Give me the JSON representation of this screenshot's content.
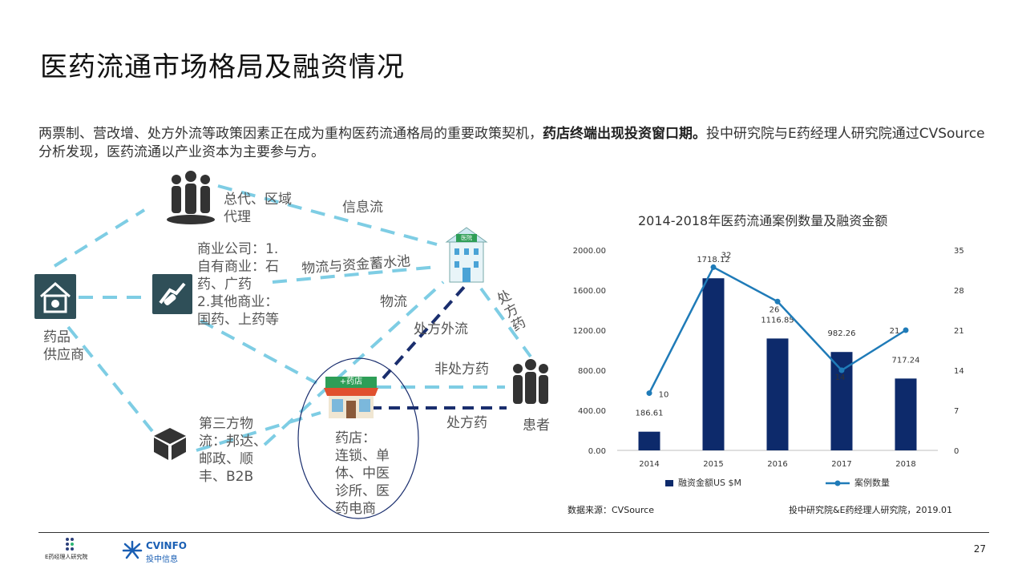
{
  "slide": {
    "title": "医药流通市场格局及融资情况",
    "intro_pre": "两票制、营改增、处方外流等政策因素正在成为重构医药流通格局的重要政策契机，",
    "intro_bold": "药店终端出现投资窗口期。",
    "intro_post": "投中研究院与E药经理人研究院通过CVSource分析发现，医药流通以产业资本为主要参与方。",
    "page_number": "27"
  },
  "diagram": {
    "supplier_label": "药品\n供应商",
    "agent_label": "总代、区域\n代理",
    "commercial_label": "商业公司：1.\n自有商业：石\n药、广药\n2.其他商业：\n国药、上药等",
    "logistics_label": "第三方物\n流：邦达、\n邮政、顺\n丰、B2B",
    "pharmacy_label": "药店：\n连锁、单\n体、中医\n诊所、医\n药电商",
    "patient_label": "患者",
    "hospital_sign": "医院",
    "pharmacy_sign": "+药店",
    "flows": {
      "info": "信息流",
      "logistics_fund": "物流与资金蓄水池",
      "logistics": "物流",
      "rx_outflow": "处方外流",
      "otc": "非处方药",
      "rx": "处方药",
      "rx_vertical": "处方药"
    }
  },
  "chart_data": {
    "type": "bar",
    "title": "2014-2018年医药流通案例数量及融资金额",
    "categories": [
      "2014",
      "2015",
      "2016",
      "2017",
      "2018"
    ],
    "series": [
      {
        "name": "融资金额US $M",
        "kind": "bar",
        "axis": "left",
        "values": [
          186.61,
          1718.12,
          1116.85,
          982.26,
          717.24
        ],
        "labels": [
          "186.61",
          "1718.12",
          "1116.85",
          "982.26",
          "717.24"
        ],
        "color": "#0d2a6b"
      },
      {
        "name": "案例数量",
        "kind": "line",
        "axis": "right",
        "values": [
          10,
          32,
          26,
          14,
          21
        ],
        "labels": [
          "10",
          "32",
          "26",
          "14",
          "21"
        ],
        "color": "#1f7bb8"
      }
    ],
    "yleft_ticks": [
      "0.00",
      "400.00",
      "800.00",
      "1200.00",
      "1600.00",
      "2000.00"
    ],
    "yleft_range": [
      0,
      2000
    ],
    "yright_ticks": [
      "0",
      "7",
      "14",
      "21",
      "28",
      "35"
    ],
    "yright_range": [
      0,
      35
    ],
    "legend_position": "bottom",
    "grid": false
  },
  "source": {
    "left": "数据来源：CVSource",
    "right": "投中研究院&E药经理人研究院，2019.01"
  },
  "logos": {
    "left_text": "E药经理人研究院",
    "right_brand": "CVINFO",
    "right_sub": "投中信息"
  },
  "colors": {
    "dash_light": "#7ecde4",
    "dash_dark": "#1a2e6e",
    "icon_bg": "#2f4f58",
    "bar": "#0d2a6b",
    "line": "#1f7bb8"
  }
}
